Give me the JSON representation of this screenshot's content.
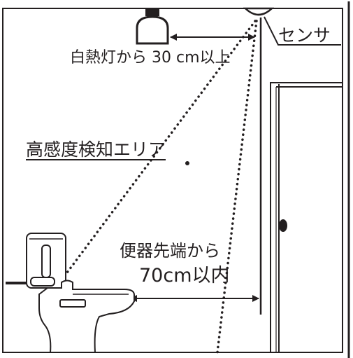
{
  "labels": {
    "sensor": "センサ",
    "lamp_distance": "白熱灯から 30 cm以上",
    "detection_area": "高感度検知エリア",
    "toilet_distance_line1": "便器先端から",
    "toilet_distance_line2": "70cm以内"
  },
  "colors": {
    "ink": "#231f20",
    "background": "#ffffff"
  },
  "icons": [
    "ceiling-lamp-icon",
    "ceiling-sensor-icon",
    "toilet-icon",
    "door-icon",
    "door-knob-icon"
  ]
}
